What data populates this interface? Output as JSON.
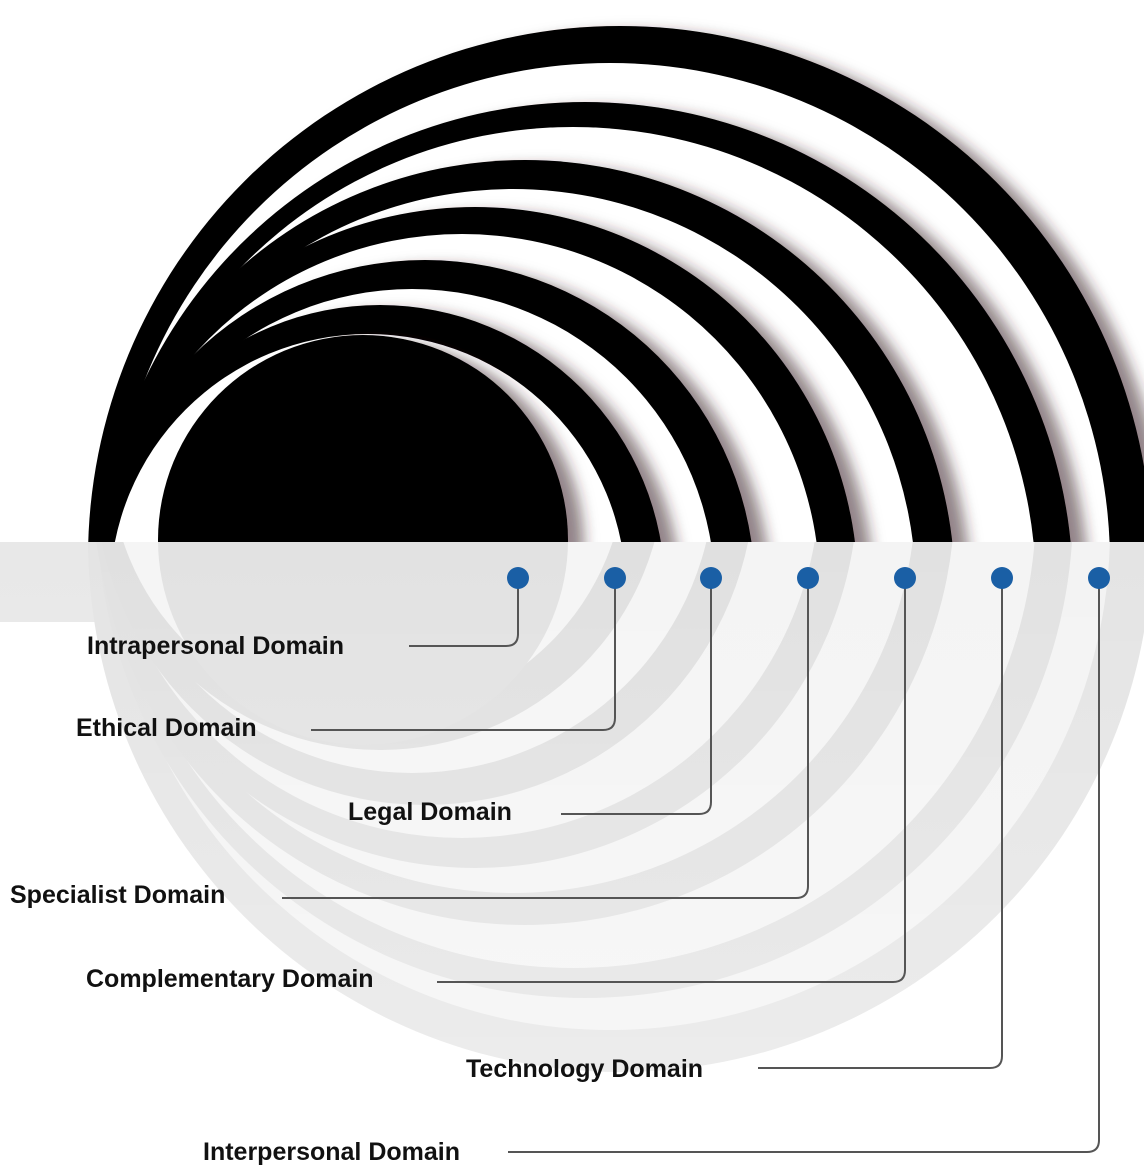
{
  "domains": [
    {
      "label": "Intrapersonal Domain"
    },
    {
      "label": "Ethical Domain"
    },
    {
      "label": "Legal Domain"
    },
    {
      "label": "Specialist Domain"
    },
    {
      "label": "Complementary Domain"
    },
    {
      "label": "Technology Domain"
    },
    {
      "label": "Interpersonal Domain"
    }
  ],
  "colors": {
    "ring": "#000000",
    "reflection": "#e6e6e6",
    "reflection_band": "#dcdcdc",
    "dot": "#1a5fa5",
    "connector": "#555555",
    "text": "#111111"
  }
}
